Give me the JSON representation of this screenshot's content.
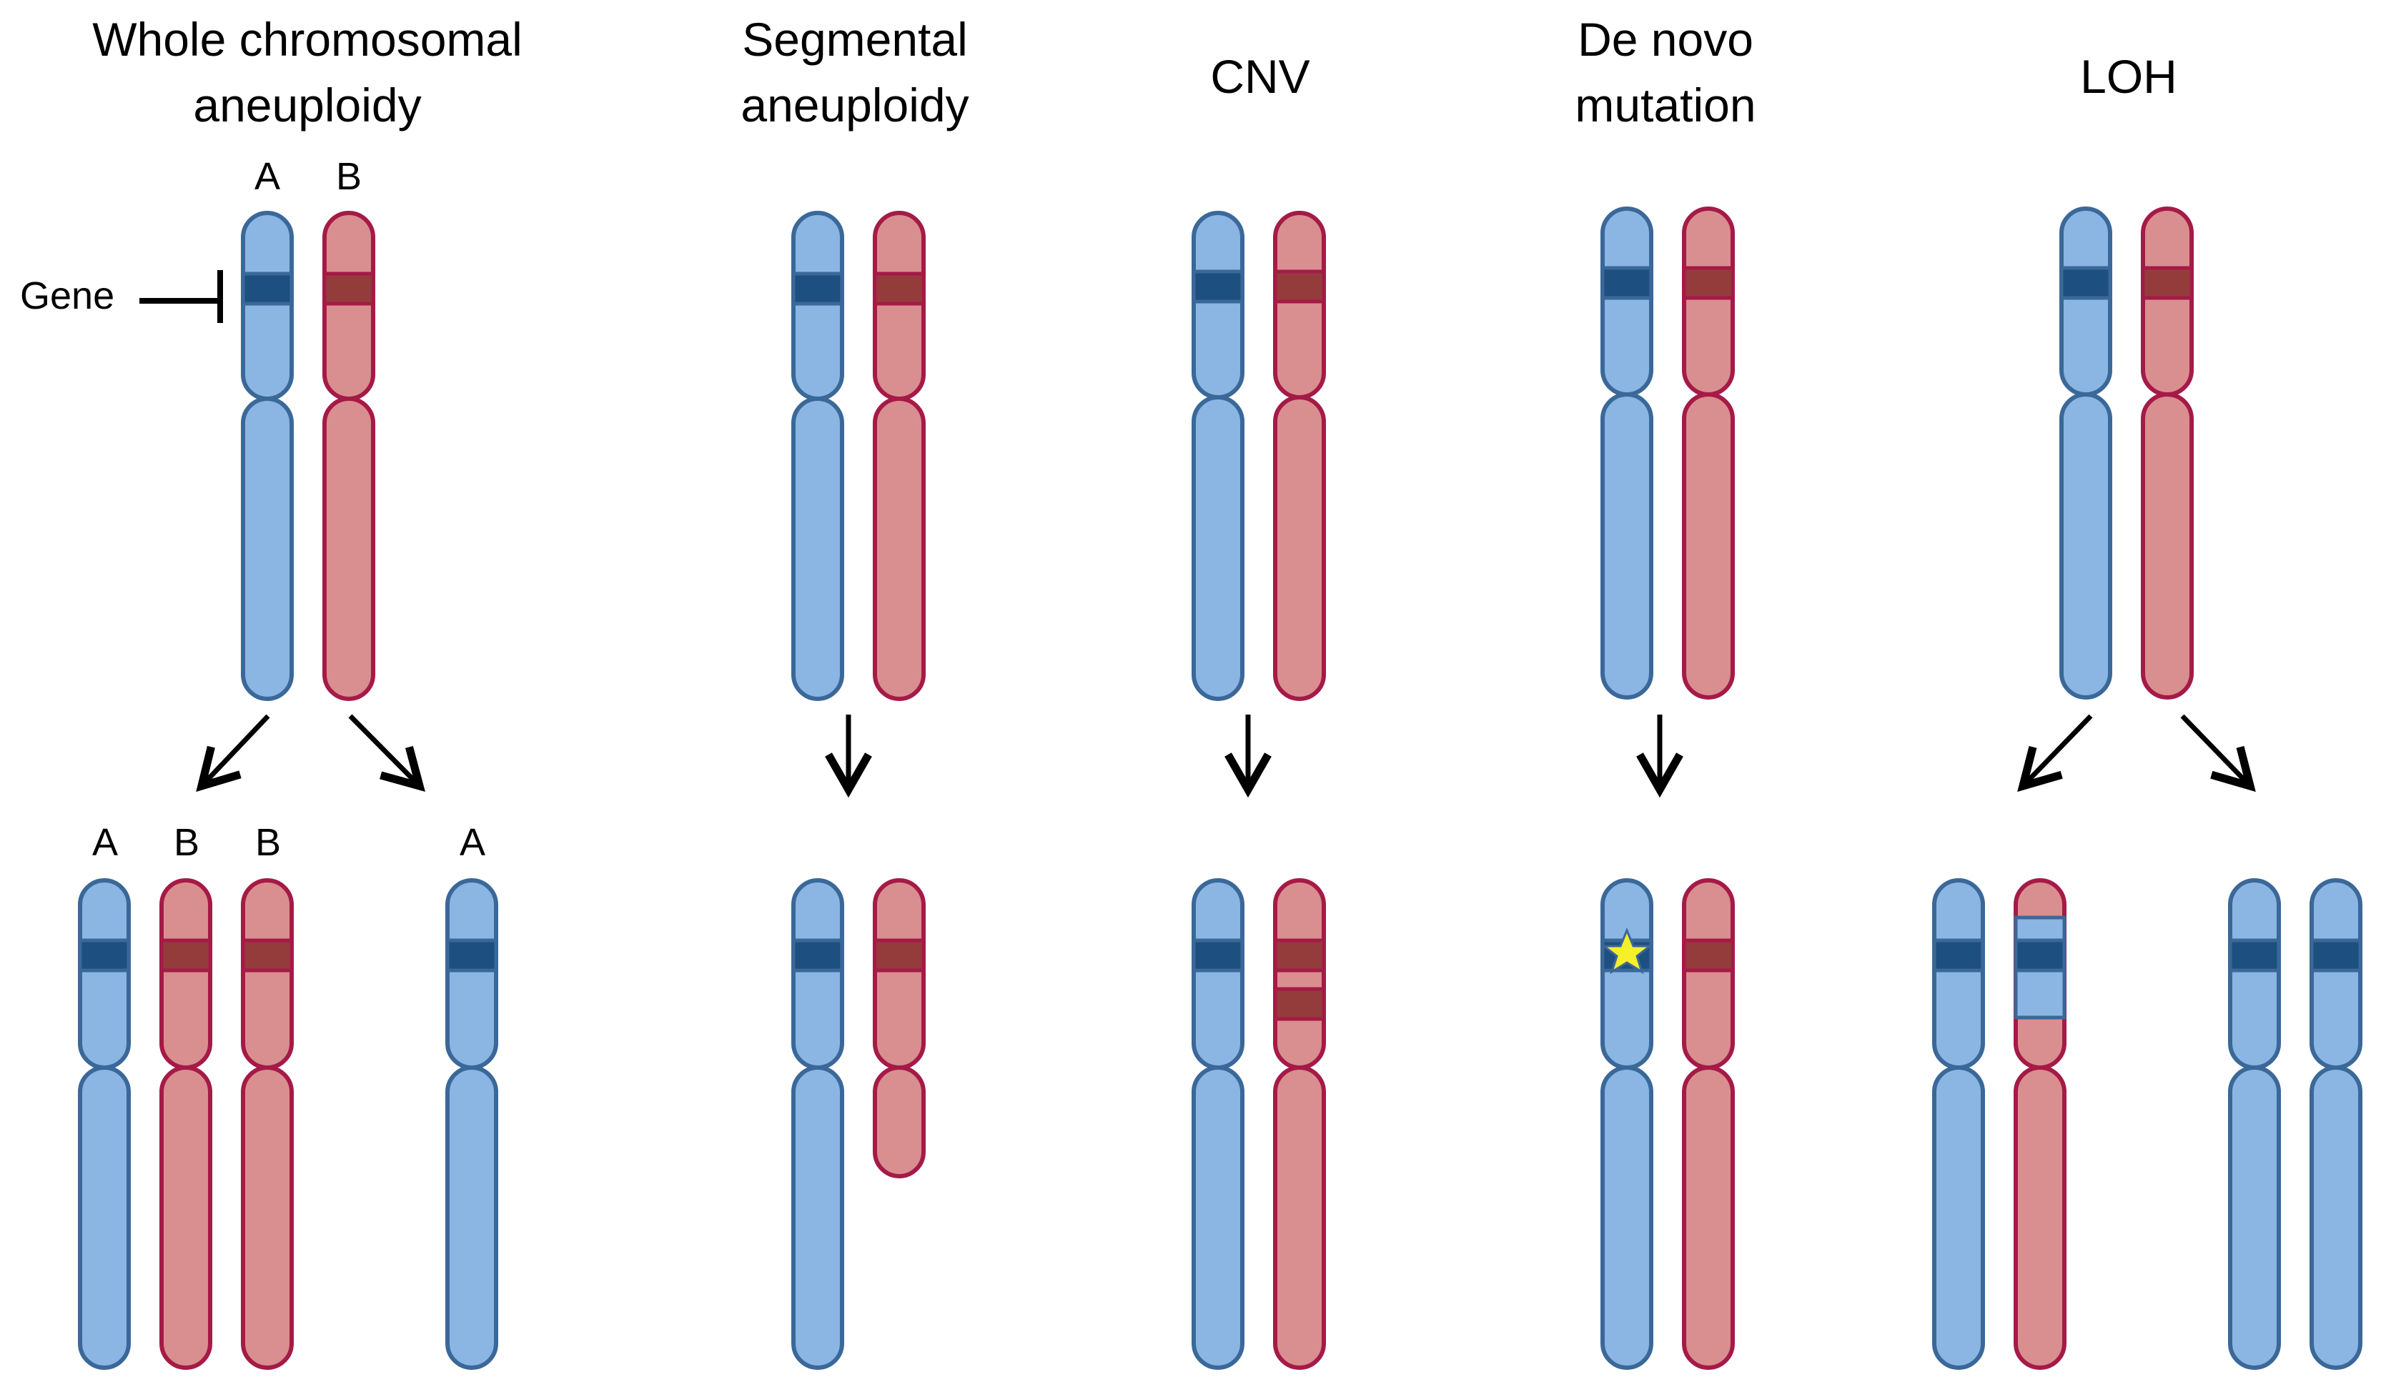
{
  "colors": {
    "blue_fill": "#8bb5e2",
    "blue_stroke": "#3a6898",
    "blue_band": "#1d4f80",
    "red_fill": "#d98f8f",
    "red_stroke": "#a51a47",
    "red_band": "#943c3c",
    "star": "#f6f02a",
    "arrow": "#000000"
  },
  "panels": {
    "whole": {
      "title_lines": [
        "Whole chromosomal",
        "aneuploidy"
      ]
    },
    "segmental": {
      "title_lines": [
        "Segmental",
        "aneuploidy"
      ]
    },
    "cnv": {
      "title_lines": [
        "CNV"
      ]
    },
    "denovo": {
      "title_lines": [
        "De novo",
        "mutation"
      ]
    },
    "loh": {
      "title_lines": [
        "LOH"
      ]
    }
  },
  "labels": {
    "top_a": "A",
    "top_b": "B",
    "gene": "Gene",
    "bottom_a1": "A",
    "bottom_b1": "B",
    "bottom_b2": "B",
    "bottom_a2": "A"
  },
  "icons": {
    "mutation_marker": "star-icon"
  }
}
